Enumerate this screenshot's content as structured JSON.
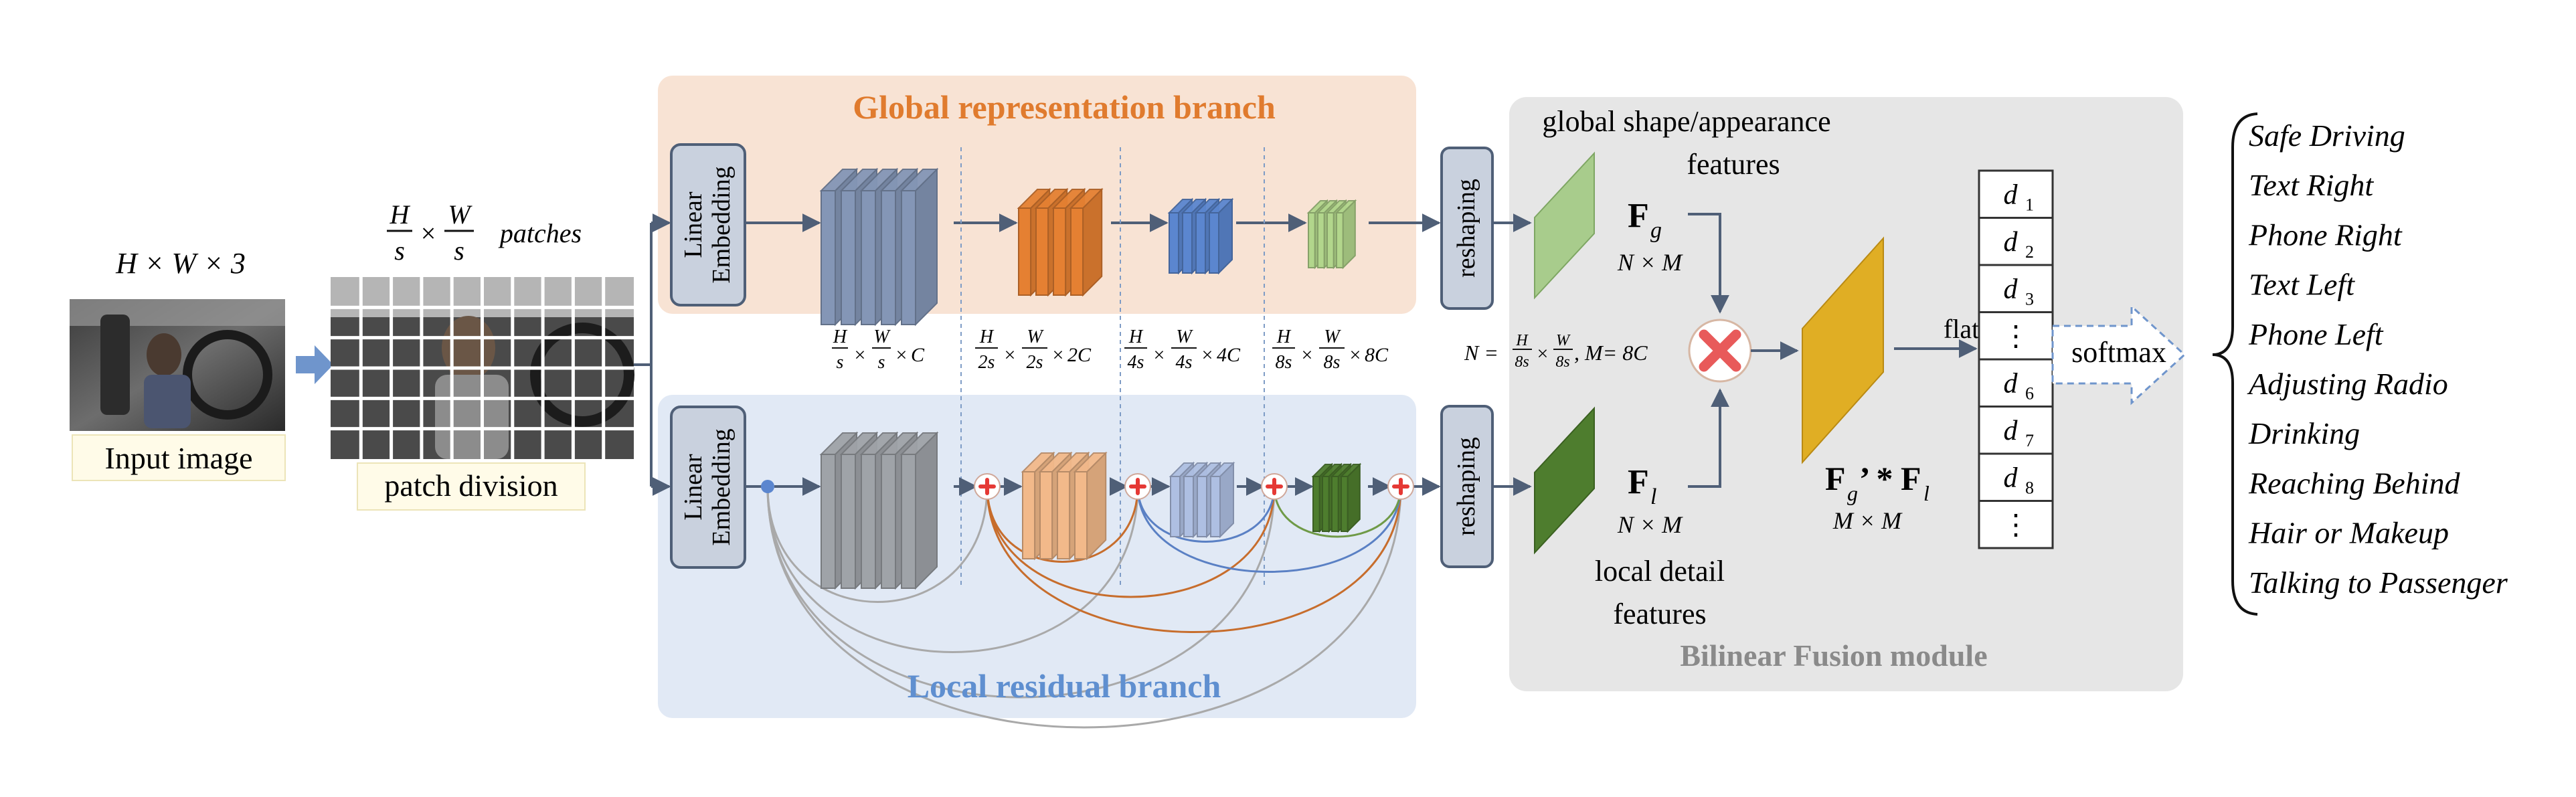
{
  "colors": {
    "global_bg": "#f8e3d4",
    "local_bg": "#e1e9f5",
    "fusion_bg": "#e6e6e6",
    "global_title": "#e07b2e",
    "local_title": "#5f8fd0",
    "fusion_title": "#8a8a8a",
    "embed_fill": "#c9d1de",
    "block_gray": "#9fa3a8",
    "block_blue_gray": "#8496b6",
    "block_orange": "#e58032",
    "block_orange_light": "#f2b98a",
    "block_blue": "#5b86cf",
    "block_blue_light": "#aebfe2",
    "block_green_light": "#b2d68c",
    "block_green_dark": "#4e7d2e",
    "feature_global": "#a8cc8c",
    "feature_local": "#4e7d2e",
    "fused_feature": "#e0ae24",
    "plus_node": "#e53935",
    "cross_node": "#e85a5a",
    "arrow_blue": "#6f95cc",
    "arc_gray": "#a9a9a9",
    "arc_orange": "#c76d2c",
    "arc_blue": "#5a80c4",
    "arc_green": "#6f9a47"
  },
  "input": {
    "dims": "H × W × 3",
    "caption": "Input image"
  },
  "patches": {
    "caption": "patch division",
    "frac_h_num": "H",
    "frac_h_den": "s",
    "times": "×",
    "frac_w_num": "W",
    "frac_w_den": "s",
    "word": "patches"
  },
  "global_branch": {
    "title": "Global representation branch",
    "embedding_line1": "Linear",
    "embedding_line2": "Embedding",
    "reshaping": "reshaping"
  },
  "local_branch": {
    "title": "Local residual branch",
    "embedding_line1": "Linear",
    "embedding_line2": "Embedding",
    "reshaping": "reshaping"
  },
  "stage_dims": [
    {
      "hn": "H",
      "hd": "s",
      "wn": "W",
      "wd": "s",
      "c": "C"
    },
    {
      "hn": "H",
      "hd": "2s",
      "wn": "W",
      "wd": "2s",
      "c": "2C"
    },
    {
      "hn": "H",
      "hd": "4s",
      "wn": "W",
      "wd": "4s",
      "c": "4C"
    },
    {
      "hn": "H",
      "hd": "8s",
      "wn": "W",
      "wd": "8s",
      "c": "8C"
    }
  ],
  "fusion": {
    "title": "Bilinear Fusion module",
    "global_caption_line1": "global shape/appearance",
    "global_caption_line2": "features",
    "local_caption_line1": "local detail",
    "local_caption_line2": "features",
    "fg_main": "F",
    "fg_sub": "g",
    "fl_main": "F",
    "fl_sub": "l",
    "nm": "N × M",
    "n_lhs": "N =",
    "n_frac1_num": "H",
    "n_frac1_den": "8s",
    "n_times": "×",
    "n_frac2_num": "W",
    "n_frac2_den": "8s",
    "m_eq": ", M= 8C",
    "product_f1": "F",
    "product_sub1": "g",
    "product_rest": "’ * ",
    "product_f2": "F",
    "product_sub2": "l",
    "mm": "M × M",
    "flatten": "flatten"
  },
  "vector_cells": [
    {
      "main": "d",
      "sub": "1"
    },
    {
      "main": "d",
      "sub": "2"
    },
    {
      "main": "d",
      "sub": "3"
    },
    {
      "main": "⋮",
      "sub": ""
    },
    {
      "main": "d",
      "sub": "6"
    },
    {
      "main": "d",
      "sub": "7"
    },
    {
      "main": "d",
      "sub": "8"
    },
    {
      "main": "⋮",
      "sub": ""
    }
  ],
  "softmax": "softmax",
  "classes": [
    "Safe Driving",
    "Text Right",
    "Phone Right",
    "Text Left",
    "Phone Left",
    "Adjusting Radio",
    "Drinking",
    "Reaching Behind",
    "Hair or Makeup",
    "Talking to Passenger"
  ]
}
